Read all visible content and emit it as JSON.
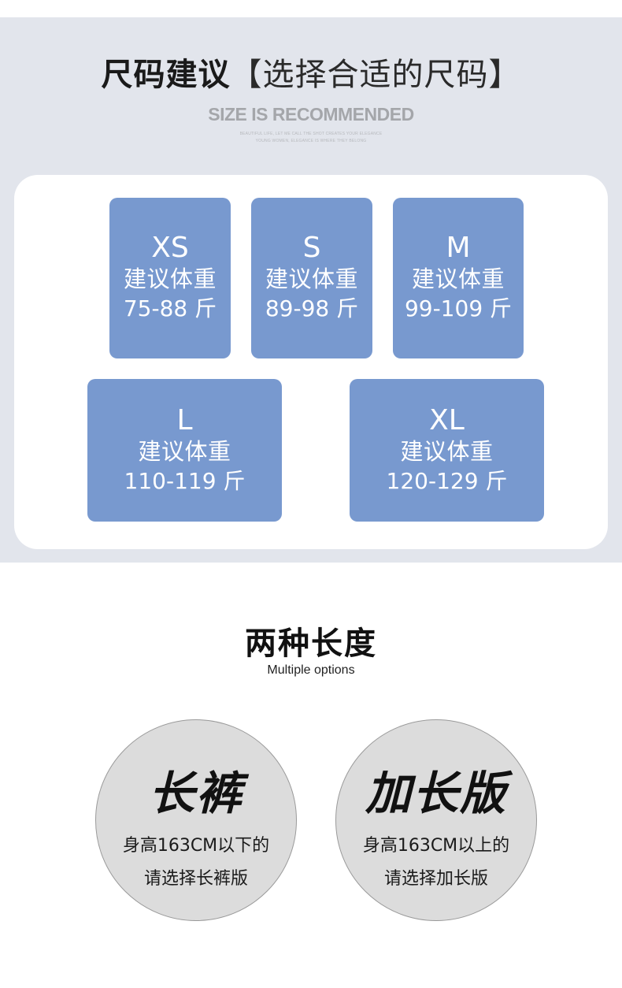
{
  "header": {
    "title_bold": "尺码建议",
    "title_light": "【选择合适的尺码】",
    "subtitle": "SIZE IS RECOMMENDED",
    "tiny_line_1": "BEAUTIFUL LIFE, LET ME CALL THE SHOT CREATES YOUR ELEGANCE",
    "tiny_line_2": "YOUNG WOMEN, ELEGANCE IS WHERE THEY BELONG"
  },
  "sizes": [
    {
      "size": "XS",
      "label": "建议体重",
      "range": "75-88 斤"
    },
    {
      "size": "S",
      "label": "建议体重",
      "range": "89-98 斤"
    },
    {
      "size": "M",
      "label": "建议体重",
      "range": "99-109 斤"
    },
    {
      "size": "L",
      "label": "建议体重",
      "range": "110-119 斤"
    },
    {
      "size": "XL",
      "label": "建议体重",
      "range": "120-129 斤"
    }
  ],
  "lengths": {
    "title": "两种长度",
    "subtitle": "Multiple options",
    "options": [
      {
        "name": "长裤",
        "line1": "身高163CM以下的",
        "line2": "请选择长裤版"
      },
      {
        "name": "加长版",
        "line1": "身高163CM以上的",
        "line2": "请选择加长版"
      }
    ]
  },
  "colors": {
    "card_blue": "#7899cf",
    "band_gray": "#e2e5ec",
    "circle_gray": "#dcdcdc"
  }
}
